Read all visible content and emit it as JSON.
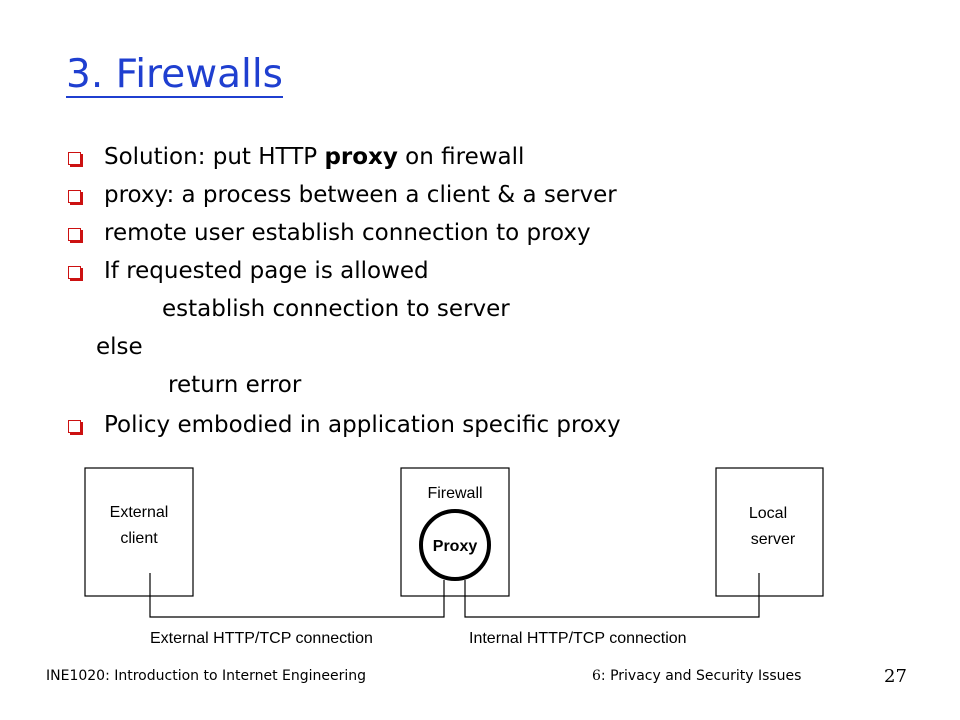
{
  "slide": {
    "title": "3. Firewalls",
    "bullets": [
      {
        "pre": "Solution: put HTTP ",
        "bold": "proxy",
        "post": " on firewall"
      },
      {
        "pre": "proxy: a process between a client & a server",
        "bold": "",
        "post": ""
      },
      {
        "pre": "remote user establish connection to proxy",
        "bold": "",
        "post": ""
      },
      {
        "pre": "If requested page is allowed",
        "bold": "",
        "post": ""
      },
      {
        "pre": "Policy embodied in application specific proxy",
        "bold": "",
        "post": ""
      }
    ],
    "sub_lines": {
      "establish": "establish connection to server",
      "else": "else",
      "return": "return error"
    }
  },
  "diagram": {
    "external_client": [
      "External",
      "client"
    ],
    "firewall": "Firewall",
    "proxy": "Proxy",
    "local_server": [
      "Local",
      "server"
    ],
    "external_connection": "External HTTP/TCP connection",
    "internal_connection": "Internal HTTP/TCP connection"
  },
  "footer": {
    "course": "INE1020: Introduction to Internet Engineering",
    "chapter_num": "6",
    "chapter": ": Privacy and Security Issues",
    "page": "27"
  },
  "colors": {
    "title": "#1f3fd0",
    "bullet": "#cc1111"
  }
}
